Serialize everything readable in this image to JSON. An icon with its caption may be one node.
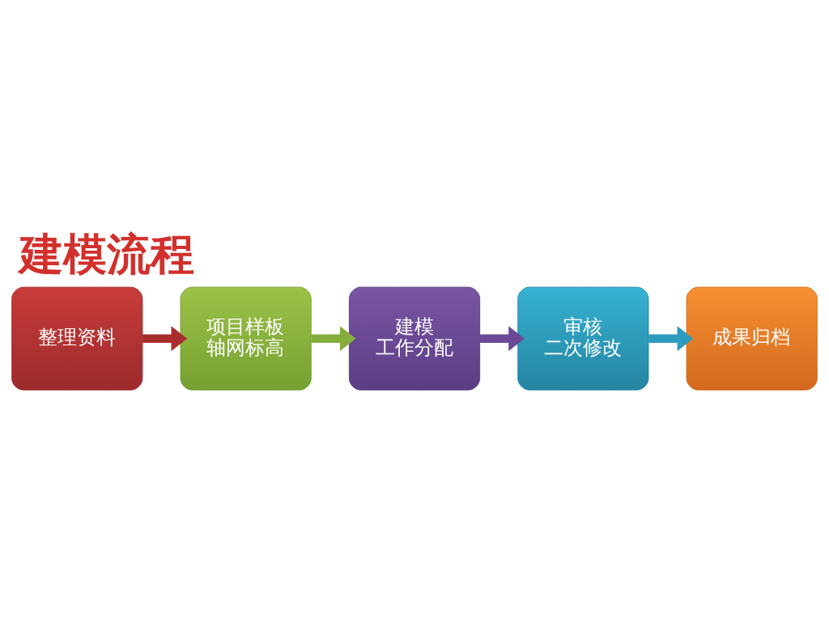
{
  "diagram": {
    "title": "建模流程",
    "nodes": [
      {
        "text": [
          "整理资料"
        ]
      },
      {
        "text": [
          "项目样板轴网标高"
        ]
      },
      {
        "text": [
          "建模工作分配"
        ]
      },
      {
        "text": [
          "审核二次修改"
        ]
      },
      {
        "text": [
          "成果归档"
        ]
      }
    ],
    "edges": [
      {
        "from": 0,
        "to": 1,
        "arrow": "to",
        "color": "#a82e2e"
      },
      {
        "from": 1,
        "to": 2,
        "arrow": "to",
        "color": "#86ad3c"
      },
      {
        "from": 2,
        "to": 3,
        "arrow": "to",
        "color": "#6a4a96"
      },
      {
        "from": 3,
        "to": 4,
        "arrow": "to",
        "color": "#2e9cbe"
      }
    ]
  }
}
